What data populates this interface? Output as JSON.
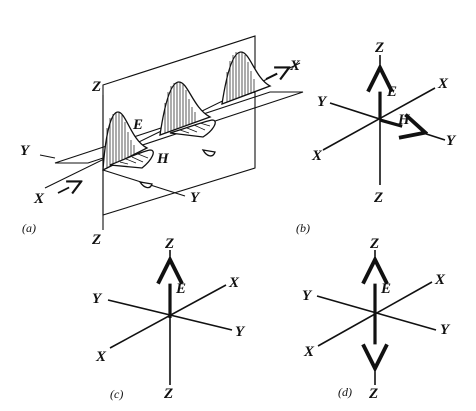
{
  "panels": {
    "a": {
      "caption": "(a)",
      "labels": {
        "z_top": "Z",
        "z_bottom": "Z",
        "x_front": "X",
        "x_back": "X",
        "y_left": "Y",
        "y_right": "Y",
        "e": "E",
        "h": "H"
      }
    },
    "b": {
      "caption": "(b)",
      "labels": {
        "z_top": "Z",
        "z_bottom": "Z",
        "y_left": "Y",
        "y_right": "Y",
        "x_top": "X",
        "x_bottom": "X",
        "e": "E",
        "h": "H"
      }
    },
    "c": {
      "caption": "(c)",
      "labels": {
        "z_top": "Z",
        "z_bottom": "Z",
        "y_left": "Y",
        "y_right": "Y",
        "x_top": "X",
        "x_bottom": "X",
        "e": "E"
      }
    },
    "d": {
      "caption": "(d)",
      "labels": {
        "z_top": "Z",
        "z_bottom": "Z",
        "y_left": "Y",
        "y_right": "Y",
        "x_top": "X",
        "x_bottom": "X",
        "e": "E"
      }
    }
  }
}
